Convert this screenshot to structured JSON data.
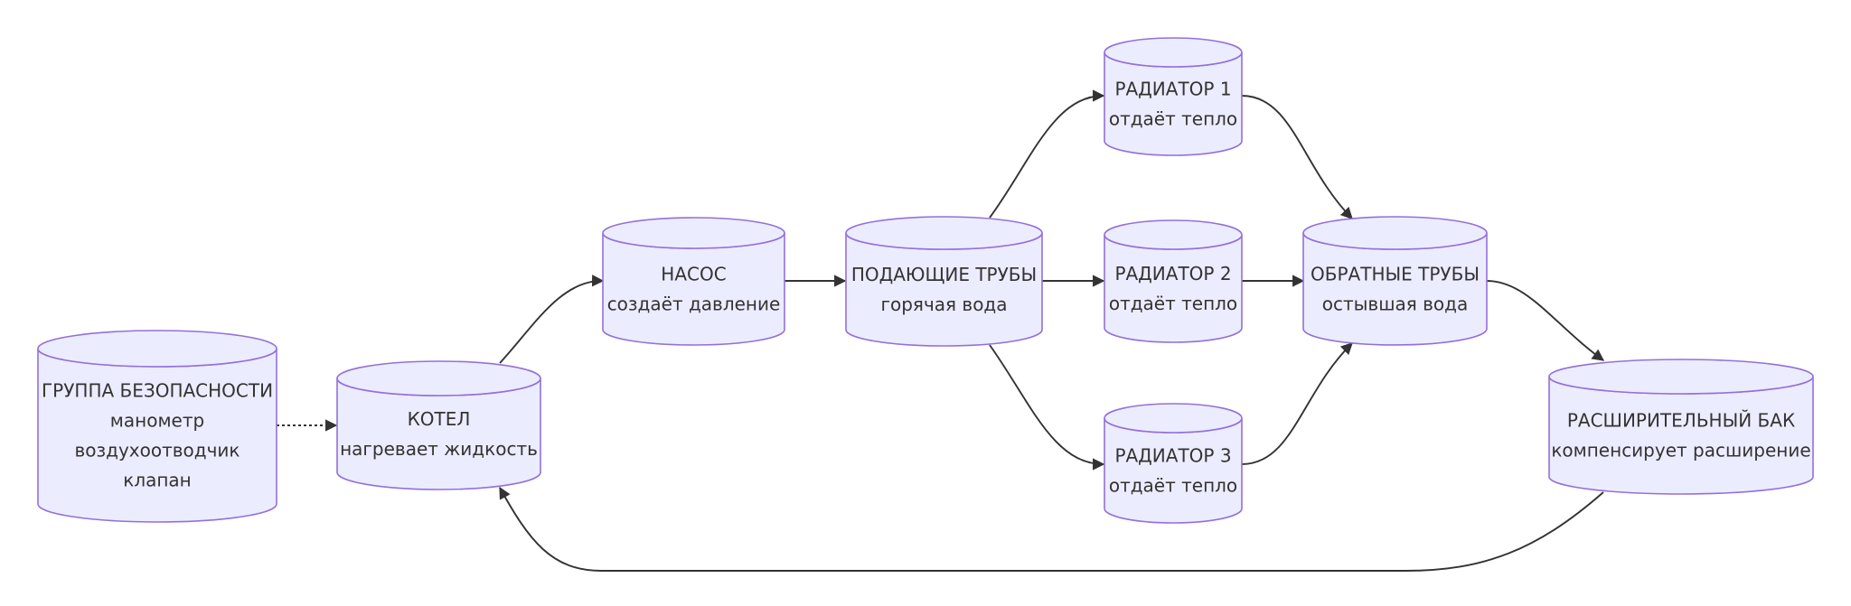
{
  "diagram": {
    "colors": {
      "node_fill": "#ECECFF",
      "node_stroke": "#9370DB",
      "edge": "#333333",
      "text": "#333333"
    },
    "nodes": {
      "safety": {
        "lines": [
          "ГРУППА БЕЗОПАСНОСТИ",
          "манометр",
          "воздухоотводчик",
          "клапан"
        ]
      },
      "boiler": {
        "lines": [
          "КОТЕЛ",
          "нагревает жидкость"
        ]
      },
      "pump": {
        "lines": [
          "НАСОС",
          "создаёт давление"
        ]
      },
      "supply": {
        "lines": [
          "ПОДАЮЩИЕ ТРУБЫ",
          "горячая вода"
        ]
      },
      "rad1": {
        "lines": [
          "РАДИАТОР 1",
          "отдаёт тепло"
        ]
      },
      "rad2": {
        "lines": [
          "РАДИАТОР 2",
          "отдаёт тепло"
        ]
      },
      "rad3": {
        "lines": [
          "РАДИАТОР 3",
          "отдаёт тепло"
        ]
      },
      "return": {
        "lines": [
          "ОБРАТНЫЕ ТРУБЫ",
          "остывшая вода"
        ]
      },
      "tank": {
        "lines": [
          "РАСШИРИТЕЛЬНЫЙ БАК",
          "компенсирует расширение"
        ]
      }
    },
    "edges": [
      {
        "from": "safety",
        "to": "boiler",
        "style": "dotted"
      },
      {
        "from": "boiler",
        "to": "pump",
        "style": "solid"
      },
      {
        "from": "pump",
        "to": "supply",
        "style": "solid"
      },
      {
        "from": "supply",
        "to": "rad1",
        "style": "solid"
      },
      {
        "from": "supply",
        "to": "rad2",
        "style": "solid"
      },
      {
        "from": "supply",
        "to": "rad3",
        "style": "solid"
      },
      {
        "from": "rad1",
        "to": "return",
        "style": "solid"
      },
      {
        "from": "rad2",
        "to": "return",
        "style": "solid"
      },
      {
        "from": "rad3",
        "to": "return",
        "style": "solid"
      },
      {
        "from": "return",
        "to": "tank",
        "style": "solid"
      },
      {
        "from": "tank",
        "to": "boiler",
        "style": "solid"
      }
    ]
  }
}
